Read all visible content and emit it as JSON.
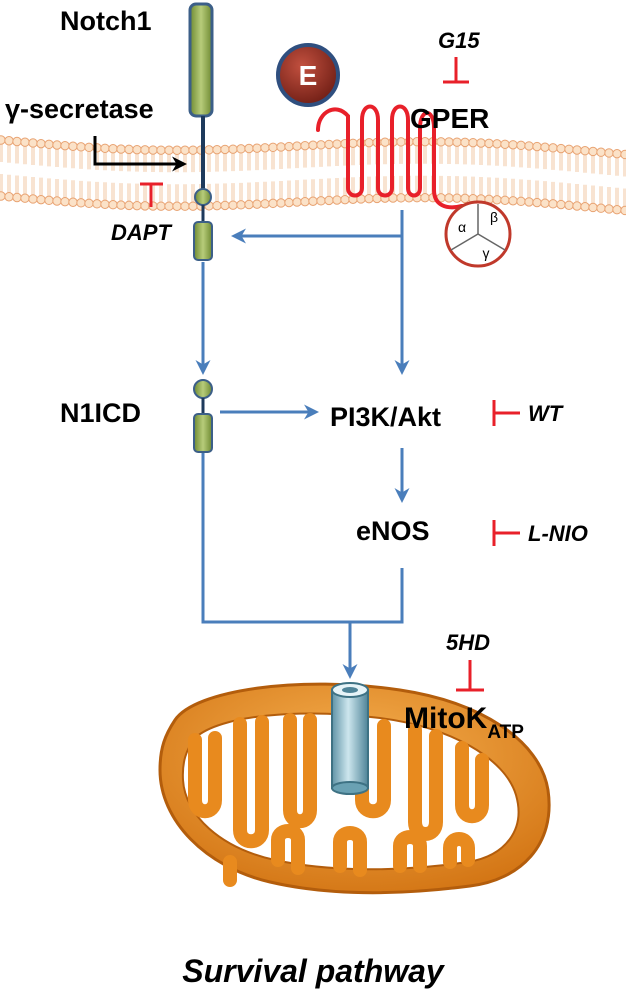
{
  "labels": {
    "notch1": "Notch1",
    "gamma_secretase": "γ-secretase",
    "estrogen": "E",
    "gper": "GPER",
    "n1icd": "N1ICD",
    "pi3k_akt": "PI3K/Akt",
    "enos": "eNOS",
    "mitok": "MitoK",
    "mitok_sub": "ATP",
    "g_alpha": "α",
    "g_beta": "β",
    "g_gamma": "γ"
  },
  "inhibitors": {
    "g15": "G15",
    "dapt": "DAPT",
    "wt": "WT",
    "lnio": "L-NIO",
    "hd5": "5HD"
  },
  "footer": {
    "caption": "Survival pathway"
  },
  "colors": {
    "arrow_blue": "#4a7ebb",
    "inhibitor_red": "#e8202a",
    "notch_green": "#8aa54a",
    "mito_orange": "#e88a1e",
    "estrogen_red": "#8b2a1f"
  }
}
